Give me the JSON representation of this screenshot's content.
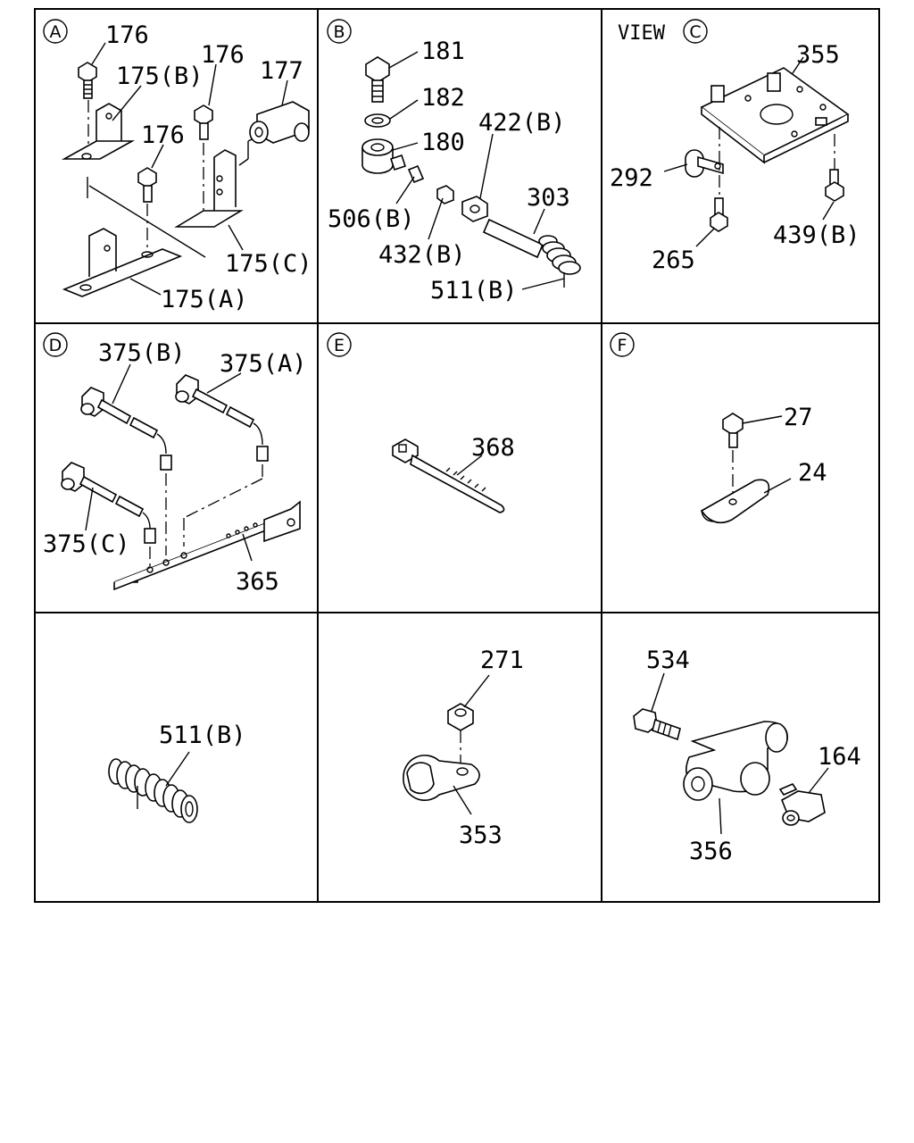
{
  "panels": {
    "A": {
      "marker": "A",
      "labels": [
        "176",
        "176",
        "176",
        "175(B)",
        "177",
        "175(C)",
        "175(A)"
      ]
    },
    "B": {
      "marker": "B",
      "labels": [
        "181",
        "182",
        "180",
        "422(B)",
        "506(B)",
        "432(B)",
        "303",
        "511(B)"
      ]
    },
    "C": {
      "view_prefix": "VIEW",
      "marker": "C",
      "labels": [
        "355",
        "292",
        "265",
        "439(B)"
      ]
    },
    "D": {
      "marker": "D",
      "labels": [
        "375(B)",
        "375(A)",
        "375(C)",
        "365"
      ]
    },
    "E": {
      "marker": "E",
      "labels": [
        "368"
      ]
    },
    "F": {
      "marker": "F",
      "labels": [
        "27",
        "24"
      ]
    },
    "G": {
      "labels": [
        "511(B)"
      ]
    },
    "H": {
      "labels": [
        "271",
        "353"
      ]
    },
    "I": {
      "labels": [
        "534",
        "164",
        "356"
      ]
    }
  }
}
